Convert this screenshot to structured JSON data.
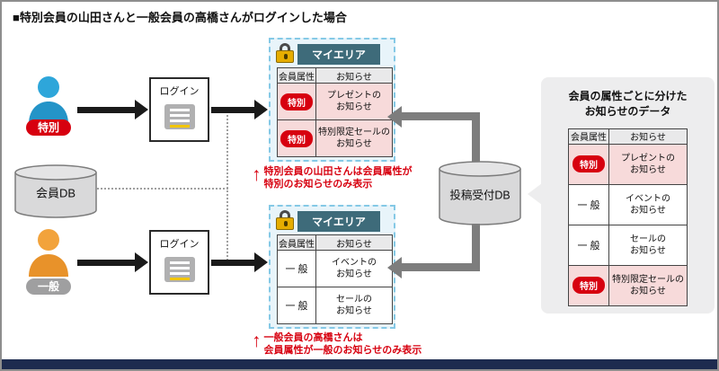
{
  "title": "■特別会員の山田さんと一般会員の高橋さんがログインした場合",
  "colors": {
    "accent_red": "#d7000f",
    "panel_header_teal": "#3e6b7a",
    "arrow_gray": "#7d7d7d",
    "footer_navy": "#1d2b4f",
    "panel_blue_border": "#85c9e6",
    "row_pink": "#f7dada"
  },
  "actor_special": {
    "badge": "特別"
  },
  "actor_general": {
    "badge": "一般"
  },
  "member_db": {
    "label": "会員DB"
  },
  "post_db": {
    "label": "投稿受付DB"
  },
  "login_label": "ログイン",
  "myarea_special": {
    "title": "マイエリア",
    "columns": {
      "attr": "会員属性",
      "notice": "お知らせ"
    },
    "rows": [
      {
        "attr": "特別",
        "notice": "プレゼントの\nお知らせ"
      },
      {
        "attr": "特別",
        "notice": "特別限定セールの\nお知らせ"
      }
    ]
  },
  "myarea_general": {
    "title": "マイエリア",
    "columns": {
      "attr": "会員属性",
      "notice": "お知らせ"
    },
    "rows": [
      {
        "attr": "一般",
        "notice": "イベントの\nお知らせ"
      },
      {
        "attr": "一般",
        "notice": "セールの\nお知らせ"
      }
    ]
  },
  "note_special": {
    "arrow": "↑",
    "text": "特別会員の山田さんは会員属性が\n特別のお知らせのみ表示"
  },
  "note_general": {
    "arrow": "↑",
    "text": "一般会員の高橋さんは\n会員属性が一般のお知らせのみ表示"
  },
  "callout": {
    "title": "会員の属性ごとに分けた\nお知らせのデータ",
    "columns": {
      "attr": "会員属性",
      "notice": "お知らせ"
    },
    "rows": [
      {
        "attr": "特別",
        "notice": "プレゼントの\nお知らせ"
      },
      {
        "attr": "一般",
        "notice": "イベントの\nお知らせ"
      },
      {
        "attr": "一般",
        "notice": "セールの\nお知らせ"
      },
      {
        "attr": "特別",
        "notice": "特別限定セールの\nお知らせ"
      }
    ]
  }
}
